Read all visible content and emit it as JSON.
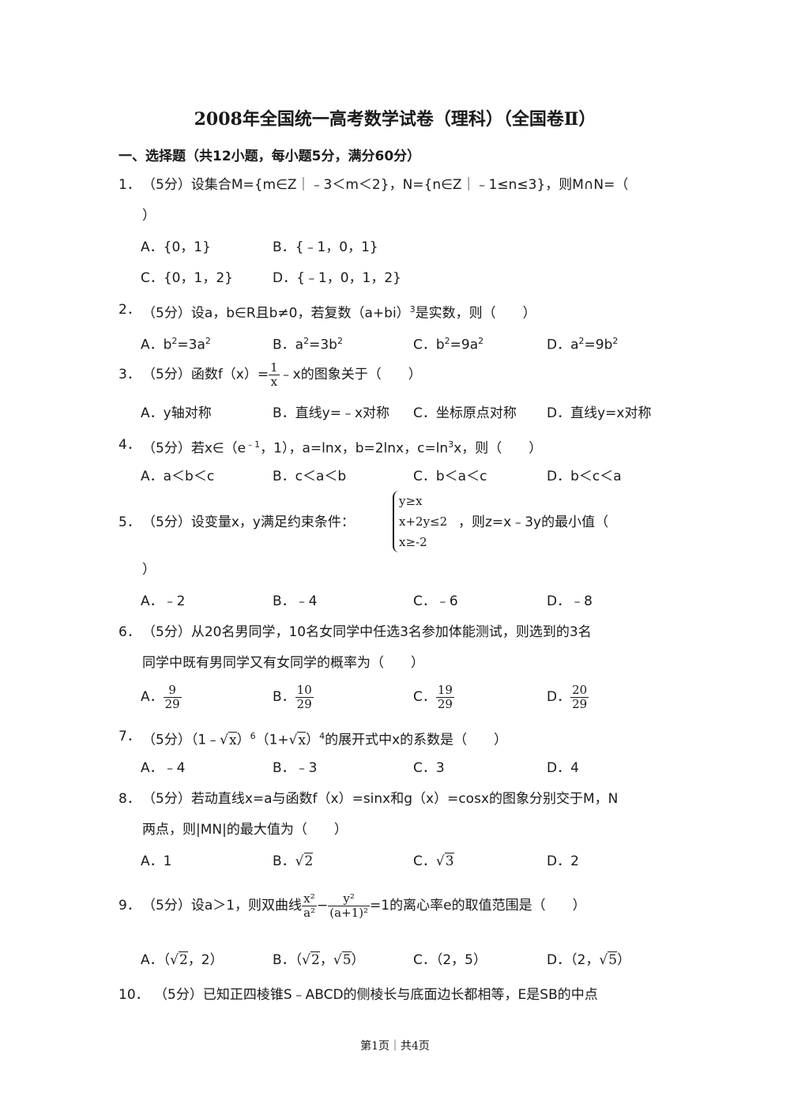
{
  "title": "2008年全国统一高考数学试卷（理科）（全国卷Ⅱ）",
  "section": "一、选择题（共12小题，每小题5分，满分60分）",
  "q1": {
    "num": "1．",
    "text": "（5分）设集合M={m∈Z｜﹣3＜m＜2}，N={n∈Z｜﹣1≤n≤3}，则M∩N=（",
    "close": "）",
    "A": "A．{0，1}",
    "B": "B．{﹣1，0，1}",
    "C": "C．{0，1，2}",
    "D": "D．{﹣1，0，1，2}"
  },
  "q2": {
    "num": "2．",
    "pre": "（5分）设a，b∈R且b≠0，若复数（a+bi）",
    "exp": "3",
    "post": "是实数，则（　　）",
    "A": [
      "A．b",
      "2",
      "=3a",
      "2"
    ],
    "B": [
      "B．a",
      "2",
      "=3b",
      "2"
    ],
    "C": [
      "C．b",
      "2",
      "=9a",
      "2"
    ],
    "D": [
      "D．a",
      "2",
      "=9b",
      "2"
    ]
  },
  "q3": {
    "num": "3．",
    "pre": "（5分）函数f（x）=",
    "frac_num": "1",
    "frac_den": "x",
    "post": "﹣x的图象关于（　　）",
    "A": "A．y轴对称",
    "B": "B．直线y=﹣x对称",
    "C": "C．坐标原点对称",
    "D": "D．直线y=x对称"
  },
  "q4": {
    "num": "4．",
    "pre": "（5分）若x∈（e",
    "exp1": "﹣1",
    "mid": "，1），a=lnx，b=2lnx，c=ln",
    "exp2": "3",
    "post": "x，则（　　）",
    "A": "A．a＜b＜c",
    "B": "B．c＜a＜b",
    "C": "C．b＜a＜c",
    "D": "D．b＜c＜a"
  },
  "q5": {
    "num": "5．",
    "pre": "（5分）设变量x，y满足约束条件：",
    "sys": [
      "y≥x",
      "x+2y≤2",
      "x≥-2"
    ],
    "post": "，则z=x﹣3y的最小值（",
    "close": "）",
    "A": "A．﹣2",
    "B": "B．﹣4",
    "C": "C．﹣6",
    "D": "D．﹣8"
  },
  "q6": {
    "num": "6．",
    "line1": "（5分）从20名男同学，10名女同学中任选3名参加体能测试，则选到的3名",
    "line2": "同学中既有男同学又有女同学的概率为（　　）",
    "A": {
      "label": "A．",
      "num": "9",
      "den": "29"
    },
    "B": {
      "label": "B．",
      "num": "10",
      "den": "29"
    },
    "C": {
      "label": "C．",
      "num": "19",
      "den": "29"
    },
    "D": {
      "label": "D．",
      "num": "20",
      "den": "29"
    }
  },
  "q7": {
    "num": "7．",
    "pre": "（5分）（1﹣",
    "rad1": "x",
    "mid1": "）",
    "exp1": "6",
    "mid2": "（1+",
    "rad2": "x",
    "mid3": "）",
    "exp2": "4",
    "post": "的展开式中x的系数是（　　）",
    "A": "A．﹣4",
    "B": "B．﹣3",
    "C": "C．3",
    "D": "D．4"
  },
  "q8": {
    "num": "8．",
    "line1": "（5分）若动直线x=a与函数f（x）=sinx和g（x）=cosx的图象分别交于M，N",
    "line2": "两点，则|MN|的最大值为（　　）",
    "A": "A．1",
    "B_label": "B．",
    "B_rad": "2",
    "C_label": "C．",
    "C_rad": "3",
    "D": "D．2"
  },
  "q9": {
    "num": "9．",
    "pre": "（5分）设a＞1，则双曲线",
    "f1_num": "x²",
    "f1_den": "a²",
    "minus": "−",
    "f2_num": "y²",
    "f2_den": "(a+1)²",
    "post": "=1的离心率e的取值范围是（　　）",
    "A": {
      "label": "A．",
      "l": "（",
      "rad": "2",
      "r": "，2）"
    },
    "B": {
      "label": "B．",
      "l": "（",
      "rad1": "2",
      "mid": "，",
      "rad2": "5",
      "r": "）"
    },
    "C": "C．（2，5）",
    "D": {
      "label": "D．",
      "l": "（2，",
      "rad": "5",
      "r": "）"
    }
  },
  "q10": {
    "num": "10．",
    "text": "（5分）已知正四棱锥S﹣ABCD的侧棱长与底面边长都相等，E是SB的中点"
  },
  "footer": "第1页｜共4页"
}
